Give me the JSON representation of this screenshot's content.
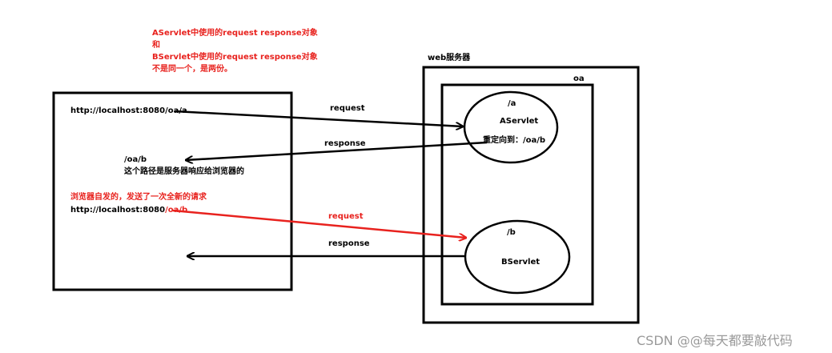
{
  "note": {
    "line1": "AServlet中使用的request response对象",
    "line2": "和",
    "line3": "BServlet中使用的request response对象",
    "line4": "不是同一个，是两份。"
  },
  "browser": {
    "url_a": "http://localhost:8080/oa/a",
    "redirect_path": "/oa/b",
    "redirect_desc": "这个路径是服务器响应给浏览器的",
    "new_request_desc": "浏览器自发的，发送了一次全新的请求",
    "url_b_prefix": "http://localhost:8080",
    "url_b_suffix": "/oa/b"
  },
  "server": {
    "label": "web服务器",
    "app_label": "oa",
    "servlet_a": {
      "path": "/a",
      "name": "AServlet",
      "redirect": "重定向到：/oa/b"
    },
    "servlet_b": {
      "path": "/b",
      "name": "BServlet"
    }
  },
  "arrows": {
    "request1": "request",
    "response1": "response",
    "request2": "request",
    "response2": "response"
  },
  "watermark": "CSDN @@每天都要敲代码",
  "colors": {
    "red": "#e8221e",
    "black": "#000000"
  }
}
